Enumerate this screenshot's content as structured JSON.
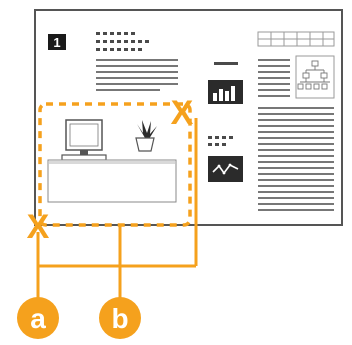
{
  "diagram": {
    "page_number": "1",
    "callouts": [
      {
        "label": "a",
        "meaning": ""
      },
      {
        "label": "b",
        "meaning": ""
      }
    ],
    "corner_mark": "X",
    "colors": {
      "accent": "#f5a11d",
      "page_border": "#555555",
      "text_lines": "#4a4a4a",
      "gray_block": "#c9c9c9",
      "dark_icon": "#2b2b2b",
      "badge": "#1a1a1a"
    },
    "icons": {
      "computer": "monitor-icon",
      "plant": "plant-icon",
      "bar_chart": "bar-chart-icon",
      "line_chart": "line-chart-icon",
      "org_chart": "org-chart-icon"
    }
  }
}
